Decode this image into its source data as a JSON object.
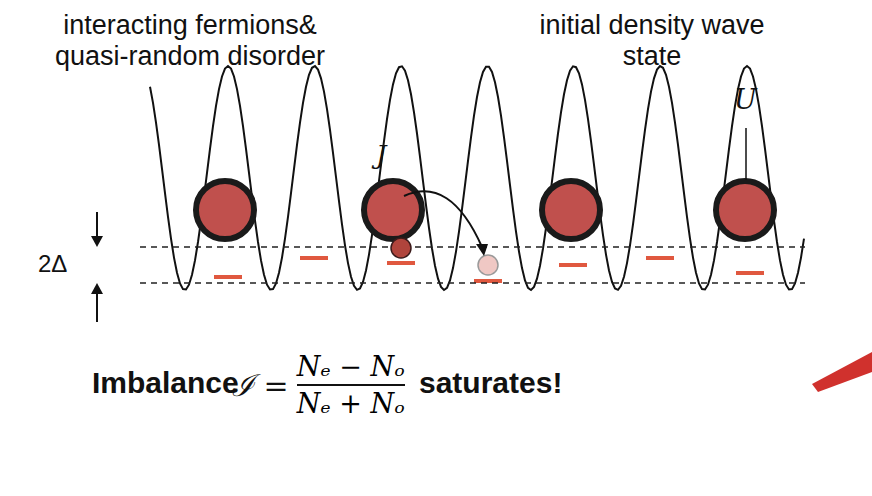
{
  "diagram": {
    "labels": [
      "interacting fermions& quasi-random disorder",
      "initial density wave state",
      "U",
      "J",
      "2Δ",
      "Imbalance",
      "ℐ =",
      "Nₑ − Nₒ",
      "Nₑ + Nₒ",
      "saturates!"
    ]
  }
}
